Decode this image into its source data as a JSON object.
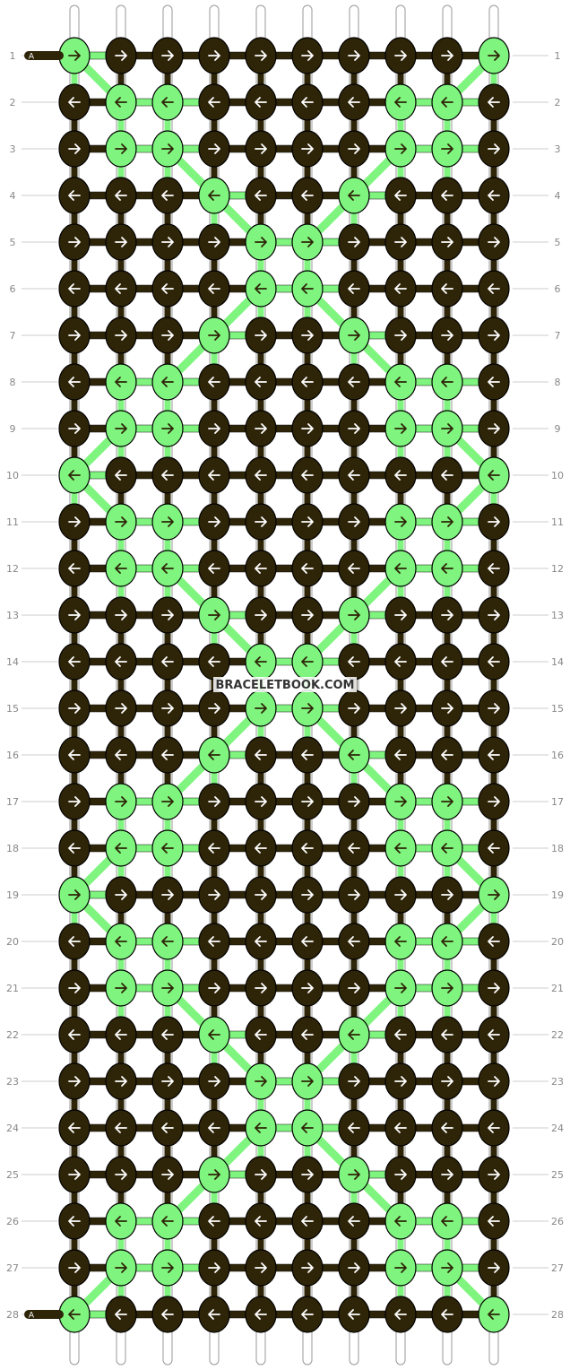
{
  "watermark": "BRACELETBOOK.COM",
  "string_labels": {
    "top_left": "A",
    "bottom_left": "A"
  },
  "colors": {
    "dark": "#2e2408",
    "light": "#7ff57f",
    "string_outline": "#999999",
    "string_fill": "#ffffff",
    "row_label": "#888888",
    "arrow_on_dark": "#ffffff",
    "arrow_on_light": "#2e2408"
  },
  "pattern": {
    "columns": 10,
    "rows": [
      {
        "label": "1",
        "direction": "right",
        "knots": "LDDDDDDDDL"
      },
      {
        "label": "2",
        "direction": "left",
        "knots": "DLLDDDDLLD"
      },
      {
        "label": "3",
        "direction": "right",
        "knots": "DLLDDDDLLD"
      },
      {
        "label": "4",
        "direction": "left",
        "knots": "DDDLDDLDDD"
      },
      {
        "label": "5",
        "direction": "right",
        "knots": "DDDDLLDDDD"
      },
      {
        "label": "6",
        "direction": "left",
        "knots": "DDDDLLDDDD"
      },
      {
        "label": "7",
        "direction": "right",
        "knots": "DDDLDDLDDD"
      },
      {
        "label": "8",
        "direction": "left",
        "knots": "DLLDDDDLLD"
      },
      {
        "label": "9",
        "direction": "right",
        "knots": "DLLDDDDLLD"
      },
      {
        "label": "10",
        "direction": "left",
        "knots": "LDDDDDDDDL"
      },
      {
        "label": "11",
        "direction": "right",
        "knots": "DLLDDDDLLD"
      },
      {
        "label": "12",
        "direction": "left",
        "knots": "DLLDDDDLLD"
      },
      {
        "label": "13",
        "direction": "right",
        "knots": "DDDLDDLDDD"
      },
      {
        "label": "14",
        "direction": "left",
        "knots": "DDDDLLDDDD"
      },
      {
        "label": "15",
        "direction": "right",
        "knots": "DDDDLLDDDD"
      },
      {
        "label": "16",
        "direction": "left",
        "knots": "DDDLDDLDDD"
      },
      {
        "label": "17",
        "direction": "right",
        "knots": "DLLDDDDLLD"
      },
      {
        "label": "18",
        "direction": "left",
        "knots": "DLLDDDDLLD"
      },
      {
        "label": "19",
        "direction": "right",
        "knots": "LDDDDDDDDL"
      },
      {
        "label": "20",
        "direction": "left",
        "knots": "DLLDDDDLLD"
      },
      {
        "label": "21",
        "direction": "right",
        "knots": "DLLDDDDLLD"
      },
      {
        "label": "22",
        "direction": "left",
        "knots": "DDDLDDLDDD"
      },
      {
        "label": "23",
        "direction": "right",
        "knots": "DDDDLLDDDD"
      },
      {
        "label": "24",
        "direction": "left",
        "knots": "DDDDLLDDDD"
      },
      {
        "label": "25",
        "direction": "right",
        "knots": "DDDLDDLDDD"
      },
      {
        "label": "26",
        "direction": "left",
        "knots": "DLLDDDDLLD"
      },
      {
        "label": "27",
        "direction": "right",
        "knots": "DLLDDDDLLD"
      },
      {
        "label": "28",
        "direction": "left",
        "knots": "LDDDDDDDDL"
      }
    ]
  }
}
